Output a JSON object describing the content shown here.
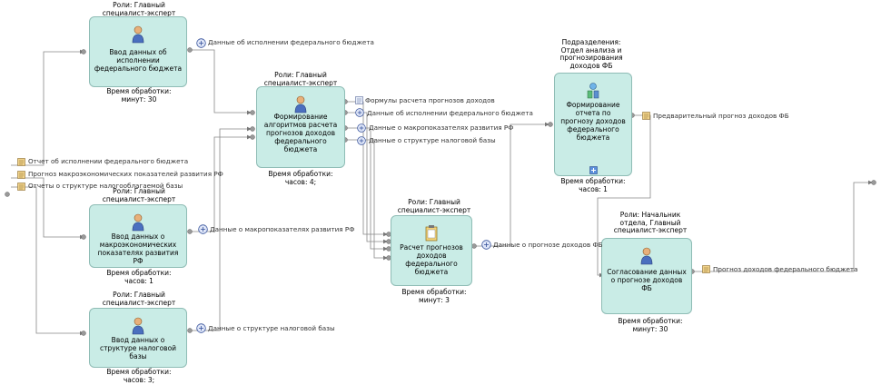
{
  "nodes": [
    {
      "id": "n1",
      "role": "Роли: Главный специалист-эксперт",
      "name": "Ввод данных об исполнении федерального бюджета",
      "time": "Время обработки: минут: 30"
    },
    {
      "id": "n2",
      "role": "Роли: Главный специалист-эксперт",
      "name": "Ввод данных о макроэкономических показателях развития РФ",
      "time": "Время обработки: часов: 1"
    },
    {
      "id": "n3",
      "role": "Роли: Главный специалист-эксперт",
      "name": "Ввод данных о структуре налоговой базы",
      "time": "Время обработки: часов: 3;"
    },
    {
      "id": "n4",
      "role": "Роли: Главный специалист-эксперт",
      "name": "Формирование алгоритмов расчета прогнозов доходов федерального бюджета",
      "time": "Время обработки: часов: 4;"
    },
    {
      "id": "n5",
      "role": "Роли: Главный специалист-эксперт",
      "name": "Расчет прогнозов доходов федерального бюджета",
      "time": "Время обработки: минут: 3"
    },
    {
      "id": "n6",
      "role": "Подразделения: Отдел анализа и прогнозирования доходов ФБ",
      "name": "Формирование отчета по прогнозу доходов федерального бюджета",
      "time": "Время обработки: часов: 1"
    },
    {
      "id": "n7",
      "role": "Роли: Начальник отдела, Главный специалист-эксперт",
      "name": "Согласование данных о прогнозе доходов ФБ",
      "time": "Время обработки: минут: 30"
    }
  ],
  "inputs": [
    "Отчет об исполнении федерального бюджета",
    "Прогноз макроэкономических показателей развития РФ",
    "Отчеты о структуре налогооблагаемой базы"
  ],
  "data_labels": {
    "exec_budget": "Данные об исполнении федерального бюджета",
    "macro": "Данные о макропоказателях развития РФ",
    "tax_base": "Данные о структуре налоговой базы",
    "formulas": "Формулы расчета прогнозов доходов",
    "exec_budget_2": "Данные об исполнении федерального бюджета",
    "macro_2": "Данные о макропоказателях развития РФ",
    "tax_base_2": "Данные о структуре налоговой базы",
    "forecast_data": "Данные о прогнозе доходов ФБ",
    "prelim_forecast": "Предварительный прогноз доходов ФБ",
    "final_forecast": "Прогноз доходов федерального бюджета"
  }
}
